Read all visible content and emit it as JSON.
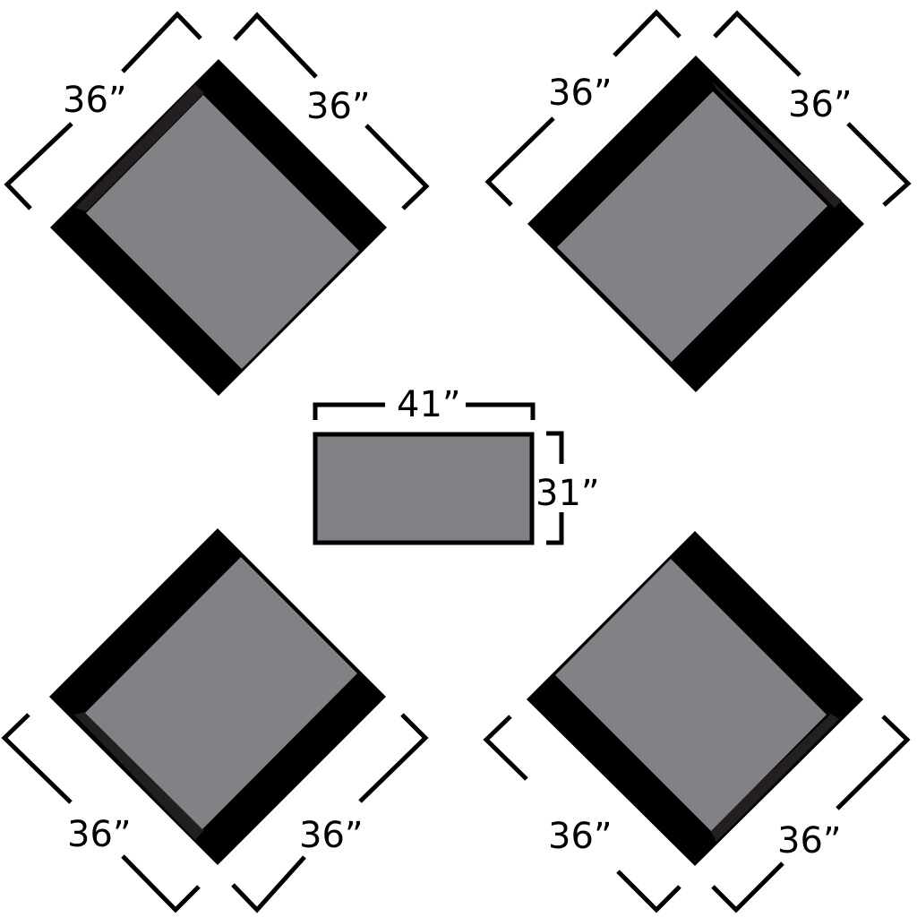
{
  "diagram": {
    "type": "furniture-dimension-layout",
    "colors": {
      "frame": "#000000",
      "back_edge": "#231f20",
      "cushion": "#808285",
      "background": "#ffffff"
    },
    "chairs": [
      {
        "id": "top-left",
        "width_label": "36”",
        "depth_label": "36”"
      },
      {
        "id": "top-right",
        "width_label": "36”",
        "depth_label": "36”"
      },
      {
        "id": "bottom-left",
        "width_label": "36”",
        "depth_label": "36”"
      },
      {
        "id": "bottom-right",
        "width_label": "36”",
        "depth_label": "36”"
      }
    ],
    "ottoman": {
      "width_label": "41”",
      "depth_label": "31”"
    }
  }
}
